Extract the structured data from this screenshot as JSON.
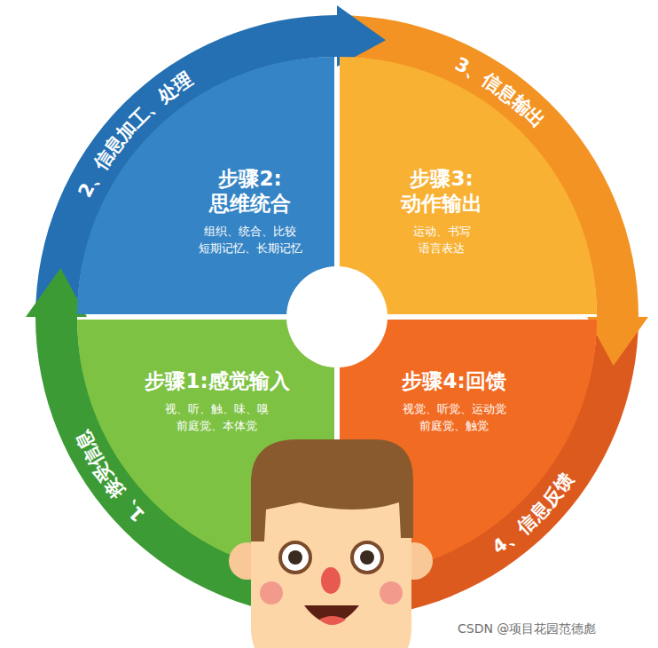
{
  "diagram": {
    "nodes": [
      {
        "text": [
          "步骤1:感觉输入",
          "视、听、触、味、嗅 前庭觉、本体觉"
        ]
      },
      {
        "text": [
          "步骤2: 思维统合",
          "组织、统合、比较 短期记忆、长期记忆"
        ]
      },
      {
        "text": [
          "步骤3: 动作输出",
          "运动、书写 语言表达"
        ]
      },
      {
        "text": [
          "步骤4:回馈",
          "视觉、听觉、运动觉 前庭觉、触觉"
        ]
      }
    ],
    "labels": [
      "1、接受信息",
      "2、信息加工、处理",
      "3、信息输出",
      "4、信息反馈",
      "CSDN @项目花园范德彪"
    ]
  }
}
